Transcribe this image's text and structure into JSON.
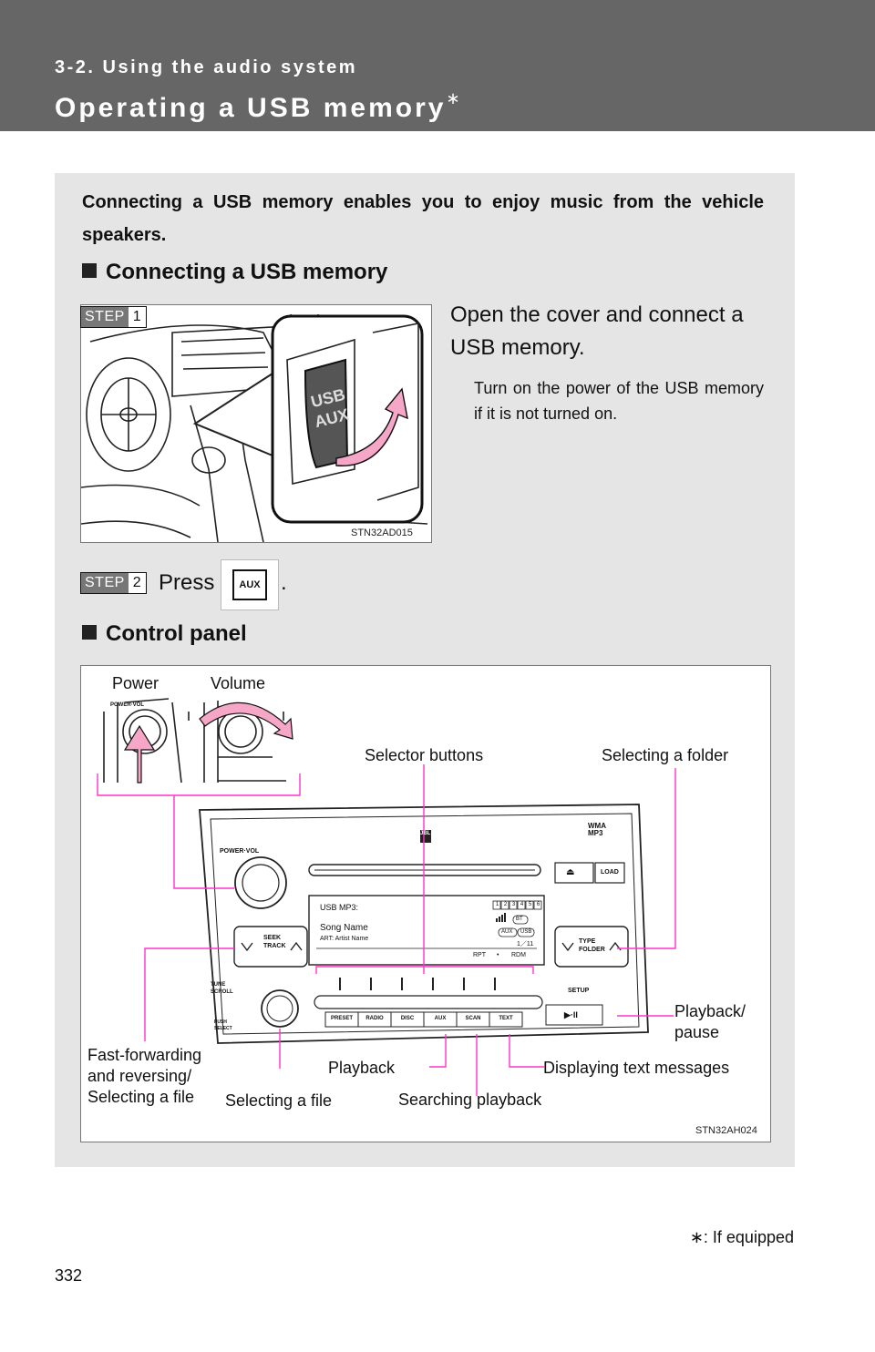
{
  "header": {
    "section": "3-2. Using the audio system",
    "title": "Operating a USB memory",
    "title_mark": "∗"
  },
  "intro": "Connecting a USB memory enables you to enjoy music from the vehicle speakers.",
  "connecting": {
    "heading": "Connecting a USB memory",
    "step1": {
      "badge": "STEP",
      "number": "1",
      "text": "Open the cover and connect a USB memory.",
      "note": "Turn on the power of the USB memory if it is not turned on.",
      "figure_code": "STN32AD015",
      "port_labels": [
        "USB",
        "AUX"
      ]
    },
    "step2": {
      "badge": "STEP",
      "number": "2",
      "text_before": "Press",
      "button_label": "AUX",
      "text_after": "."
    }
  },
  "control_panel": {
    "heading": "Control panel",
    "figure_code": "STN32AH024",
    "labels": {
      "power": "Power",
      "volume": "Volume",
      "selector_buttons": "Selector buttons",
      "selecting_folder": "Selecting a folder",
      "playback_pause_1": "Playback/",
      "playback_pause_2": "pause",
      "fast_forward_1": "Fast-forwarding",
      "fast_forward_2": "and reversing/",
      "fast_forward_3": "Selecting a file",
      "playback": "Playback",
      "displaying_text": "Displaying text messages",
      "selecting_file": "Selecting a file",
      "searching_playback": "Searching playback"
    },
    "unit": {
      "power_vol": "POWER·VOL",
      "load": "LOAD",
      "eject": "⏏",
      "seek_1": "SEEK",
      "seek_2": "TRACK",
      "type_1": "TYPE",
      "type_2": "FOLDER",
      "tune_1": "TUNE",
      "tune_2": "SCROLL",
      "push_1": "PUSH",
      "push_2": "SELECT",
      "setup": "SETUP",
      "play_pause": "▶·II",
      "mp3_1": "WMA",
      "mp3_2": "MP3",
      "jbl": "JBL",
      "buttons": [
        "PRESET",
        "RADIO",
        "DISC",
        "AUX",
        "SCAN",
        "TEXT"
      ],
      "display": {
        "source": "USB MP3:",
        "song": "Song Name",
        "art_label": "ART:",
        "artist": "Artist Name",
        "presets": [
          "1",
          "2",
          "3",
          "4",
          "5",
          "6"
        ],
        "bt": "BT",
        "aux": "AUX",
        "usb": "USB",
        "track": "1／11",
        "rpt": "RPT",
        "rdm": "RDM",
        "dot": "•"
      }
    }
  },
  "footnote": "∗: If equipped",
  "page_number": "332",
  "colors": {
    "header": "#666666",
    "panel": "#e5e5e5",
    "callout": "#ff33cc",
    "arrow": "#f6a6c6"
  }
}
